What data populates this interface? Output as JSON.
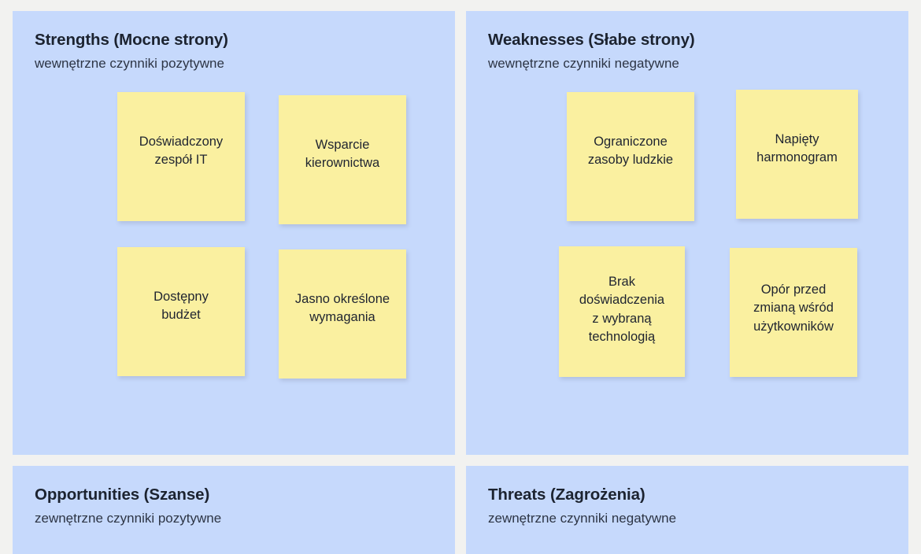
{
  "board": {
    "background_color": "#f2f2f0",
    "quadrant_color": "#c6d9fc",
    "note_color": "#faf0a0"
  },
  "quadrants": [
    {
      "key": "strengths",
      "title": "Strengths (Mocne strony)",
      "subtitle": "wewnętrzne czynniki pozytywne",
      "notes": [
        {
          "text": "Doświadczony\nzespół IT"
        },
        {
          "text": "Wsparcie\nkierownictwa"
        },
        {
          "text": "Dostępny\nbudżet"
        },
        {
          "text": "Jasno określone\nwymagania"
        }
      ]
    },
    {
      "key": "weaknesses",
      "title": "Weaknesses (Słabe strony)",
      "subtitle": "wewnętrzne czynniki negatywne",
      "notes": [
        {
          "text": "Ograniczone\nzasoby ludzkie"
        },
        {
          "text": "Napięty\nharmonogram"
        },
        {
          "text": "Brak\ndoświadczenia\nz wybraną\ntechnologią"
        },
        {
          "text": "Opór przed\nzmianą wśród\nużytkowników"
        }
      ]
    },
    {
      "key": "opportunities",
      "title": "Opportunities (Szanse)",
      "subtitle": "zewnętrzne czynniki pozytywne",
      "notes": []
    },
    {
      "key": "threats",
      "title": "Threats (Zagrożenia)",
      "subtitle": "zewnętrzne czynniki negatywne",
      "notes": []
    }
  ]
}
